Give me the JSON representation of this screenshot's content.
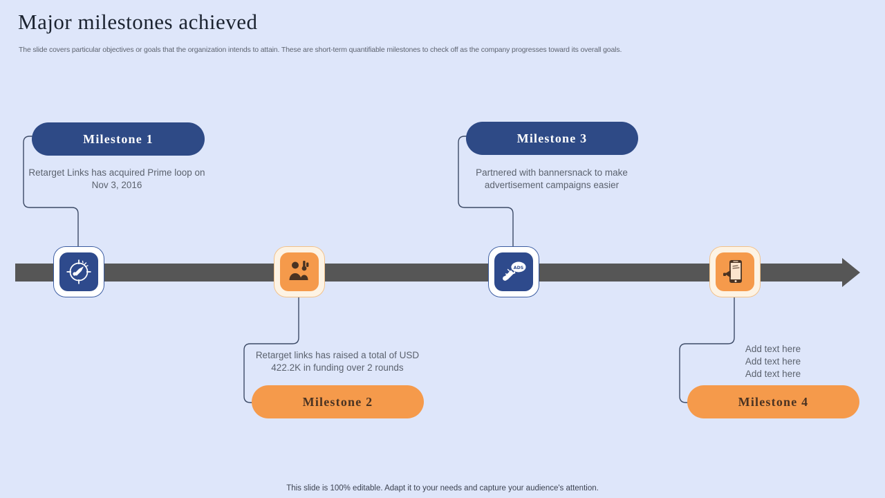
{
  "header": {
    "title": "Major milestones achieved",
    "subtitle": "The slide covers particular objectives or goals that the organization intends to attain. These are short-term quantifiable milestones to check off as the company progresses toward its overall goals."
  },
  "colors": {
    "background": "#dee6fa",
    "navy": "#2e4a86",
    "orange": "#f59a4b",
    "timeline_gray": "#565656",
    "body_text": "#5b626e",
    "title_text": "#1b2330"
  },
  "timeline": {
    "arrow_direction": "right",
    "bar_color": "#565656"
  },
  "milestones": [
    {
      "id": "milestone-1",
      "label": "Milestone  1",
      "description": "Retarget Links has acquired Prime loop on Nov 3, 2016",
      "position": "above",
      "theme": "blue",
      "icon": "target-megaphone-icon"
    },
    {
      "id": "milestone-2",
      "label": "Milestone  2",
      "description": "Retarget links has raised a total of USD 422.2K in funding over 2 rounds",
      "position": "below",
      "theme": "orange",
      "icon": "investor-funding-icon"
    },
    {
      "id": "milestone-3",
      "label": "Milestone  3",
      "description": "Partnered with bannersnack to make advertisement campaigns easier",
      "position": "above",
      "theme": "blue",
      "icon": "ads-megaphone-icon"
    },
    {
      "id": "milestone-4",
      "label": "Milestone  4",
      "description": "Add text here\nAdd text here\nAdd text here",
      "position": "below",
      "theme": "orange",
      "icon": "mobile-ads-icon"
    }
  ],
  "footer": {
    "note": "This slide is 100% editable. Adapt it to your needs and capture your audience's attention."
  }
}
